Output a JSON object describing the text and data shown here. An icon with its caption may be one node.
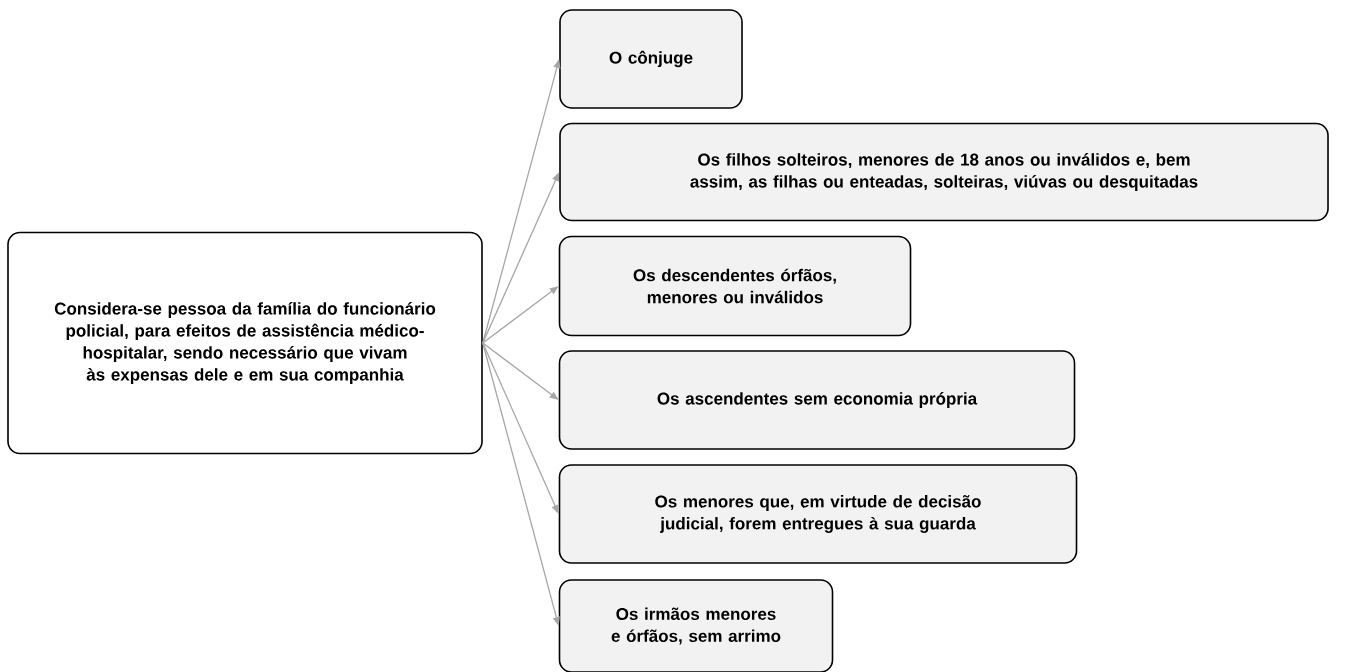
{
  "diagram": {
    "nodes": [
      {
        "text": [
          "Considera-se pessoa da família do funcionário policial, para efeitos de assistência médico-hospitalar, sendo necessário que vivam às expensas dele e em sua companhia"
        ]
      },
      {
        "text": [
          "O cônjuge"
        ]
      },
      {
        "text": [
          "Os filhos solteiros, menores de 18 anos ou inválidos e, bem assim, as filhas ou enteadas, solteiras, viúvas ou desquitadas"
        ]
      },
      {
        "text": [
          "Os descendentes órfãos, menores ou inválidos"
        ]
      },
      {
        "text": [
          "Os ascendentes sem economia própria"
        ]
      },
      {
        "text": [
          "Os menores que, em virtude de decisão judicial, forem entregues à sua guarda"
        ]
      },
      {
        "text": [
          "Os irmãos menores e órfãos, sem arrimo"
        ]
      }
    ],
    "edges": [
      {
        "from": 0,
        "to": 1,
        "arrow": "to"
      },
      {
        "from": 0,
        "to": 2,
        "arrow": "to"
      },
      {
        "from": 0,
        "to": 3,
        "arrow": "to"
      },
      {
        "from": 0,
        "to": 4,
        "arrow": "to"
      },
      {
        "from": 0,
        "to": 5,
        "arrow": "to"
      },
      {
        "from": 0,
        "to": 6,
        "arrow": "to"
      }
    ]
  }
}
